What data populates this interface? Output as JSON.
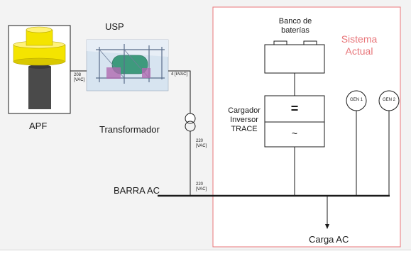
{
  "labels": {
    "usp": "USP",
    "apf": "APF",
    "transformador": "Transformador",
    "barra_ac": "BARRA AC",
    "carga_ac": "Carga AC",
    "banco_line1": "Banco de",
    "banco_line2": "baterías",
    "sistema_line1": "Sistema",
    "sistema_line2": "Actual",
    "cargador_line1": "Cargador",
    "cargador_line2": "Inversor",
    "cargador_line3": "TRACE",
    "dc_symbol": "=",
    "ac_symbol": "~",
    "gen1": "GEN 1",
    "gen2": "GEN 2",
    "v208_a": "208",
    "v208_b": "[VAC]",
    "v4kvac": "4 [kVAC]",
    "v220_top_a": "220",
    "v220_top_b": "[VAC]",
    "v220_bot_a": "220",
    "v220_bot_b": "[VAC]"
  },
  "colors": {
    "system_box_border": "#e8767a",
    "system_label": "#e8767a",
    "apf_yellow": "#f4e400",
    "apf_shaft": "#4a4a4a",
    "line": "#1a1a1a"
  },
  "icons": {
    "apf": "flywheel-generator-icon",
    "usp": "usp-machine-image",
    "transformer": "transformer-icon"
  }
}
